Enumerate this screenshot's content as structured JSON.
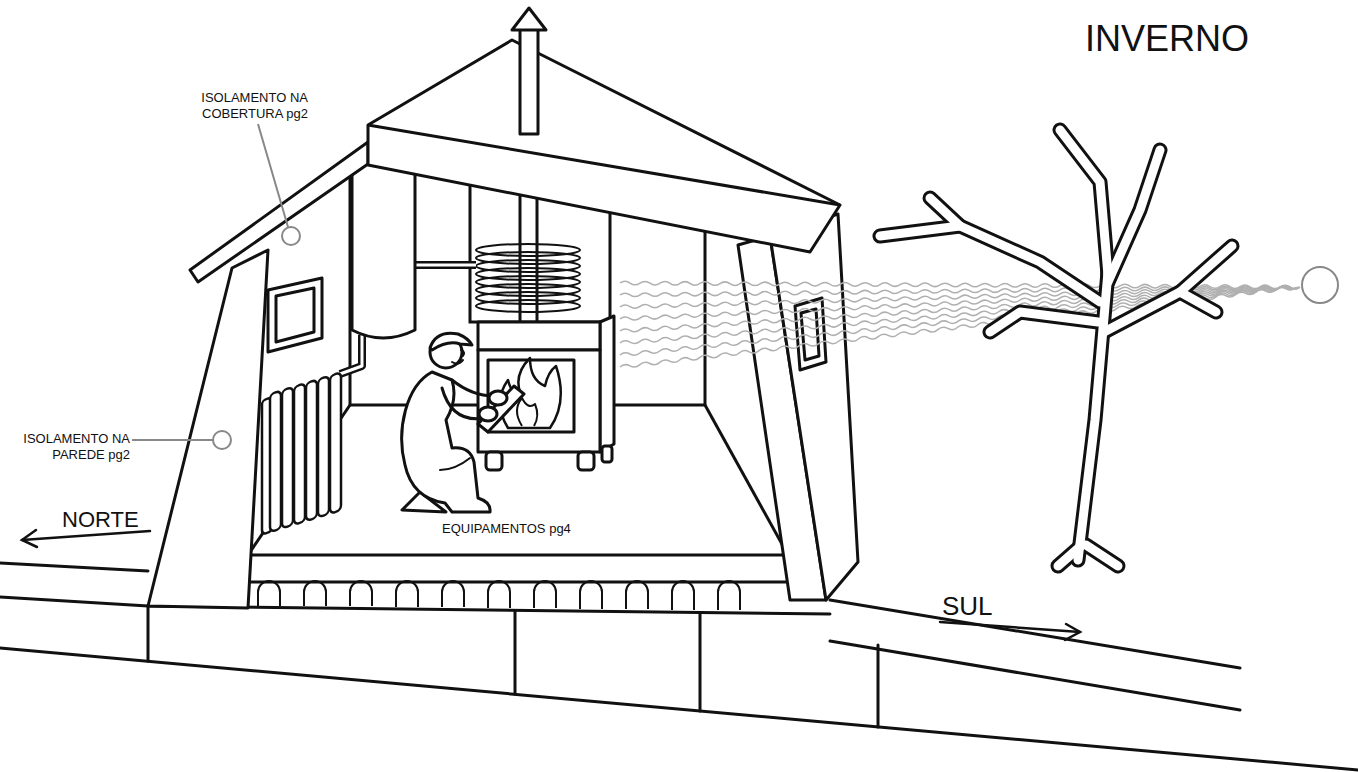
{
  "diagram": {
    "title": "INVERNO",
    "labels": [
      "ISOLAMENTO NA COBERTURA pg2",
      "ISOLAMENTO NA PAREDE pg2",
      "NORTE",
      "SUL",
      "EQUIPAMENTOS pg4"
    ]
  }
}
